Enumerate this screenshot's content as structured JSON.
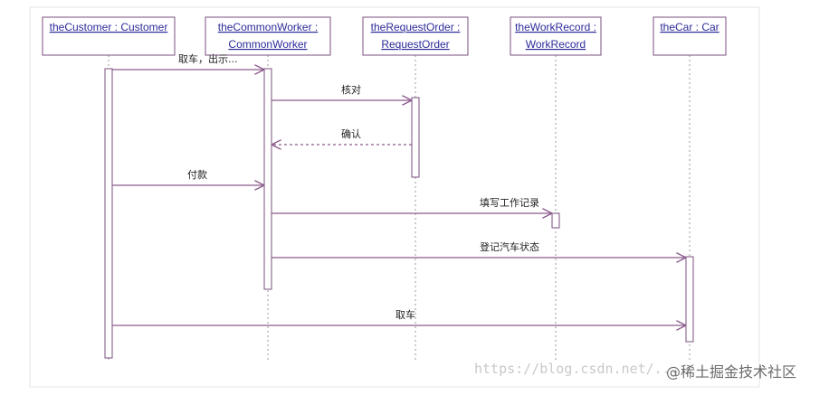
{
  "lifelines": [
    {
      "id": "customer",
      "line1": "theCustomer : Customer",
      "line2": ""
    },
    {
      "id": "worker",
      "line1": "theCommonWorker :",
      "line2": "CommonWorker"
    },
    {
      "id": "order",
      "line1": "theRequestOrder :",
      "line2": "RequestOrder"
    },
    {
      "id": "record",
      "line1": "theWorkRecord :",
      "line2": "WorkRecord"
    },
    {
      "id": "car",
      "line1": "theCar : Car",
      "line2": ""
    }
  ],
  "messages": [
    {
      "from": "customer",
      "to": "worker",
      "label": "取车，出示...",
      "dashed": false
    },
    {
      "from": "worker",
      "to": "order",
      "label": "核对",
      "dashed": false
    },
    {
      "from": "order",
      "to": "worker",
      "label": "确认",
      "dashed": true
    },
    {
      "from": "customer",
      "to": "worker",
      "label": "付款",
      "dashed": false
    },
    {
      "from": "worker",
      "to": "record",
      "label": "填写工作记录",
      "dashed": false
    },
    {
      "from": "worker",
      "to": "car",
      "label": "登记汽车状态",
      "dashed": false
    },
    {
      "from": "customer",
      "to": "car",
      "label": "取车",
      "dashed": false
    }
  ],
  "watermark": {
    "url": "https://blog.csdn.net/...",
    "brand": "@稀土掘金技术社区"
  },
  "colors": {
    "head_border": "#7a4f7f",
    "head_text": "#2b2b9a",
    "message": "#8c5a8c",
    "lifeline": "#9a9a9a"
  }
}
